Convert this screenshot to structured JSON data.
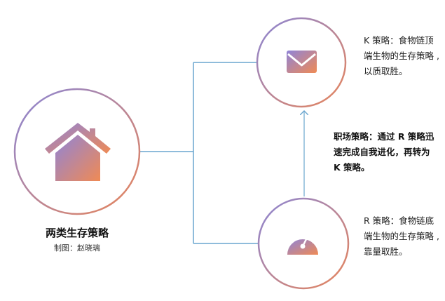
{
  "diagram": {
    "main_node": {
      "icon": "home-icon",
      "title": "两类生存策略",
      "credit": "制图：赵晓璃"
    },
    "k_node": {
      "icon": "mail-icon",
      "description": "K 策略：食物链顶端生物的生存策略 ,以质取胜。"
    },
    "r_node": {
      "icon": "speedometer-icon",
      "description": "R 策略：食物链底端生物的生存策略 ,靠量取胜。"
    },
    "transition": {
      "text": "职场策略：通过 R 策略迅速完成自我进化，再转为 K 策略。"
    }
  },
  "colors": {
    "connector": "#6aa6cf",
    "gradient_start": "#8a86d6",
    "gradient_end": "#e8855a"
  }
}
